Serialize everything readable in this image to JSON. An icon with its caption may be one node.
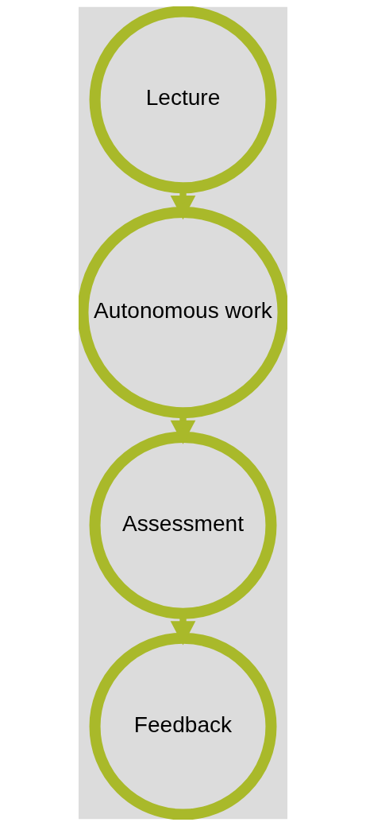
{
  "diagram": {
    "nodes": [
      {
        "text": [
          "Lecture"
        ]
      },
      {
        "text": [
          "Autonomous work"
        ]
      },
      {
        "text": [
          "Assessment"
        ]
      },
      {
        "text": [
          "Feedback"
        ]
      }
    ],
    "edges": [
      {
        "from": 0,
        "to": 1,
        "arrow": "to"
      },
      {
        "from": 1,
        "to": 2,
        "arrow": "to"
      },
      {
        "from": 2,
        "to": 3,
        "arrow": "to"
      }
    ]
  }
}
